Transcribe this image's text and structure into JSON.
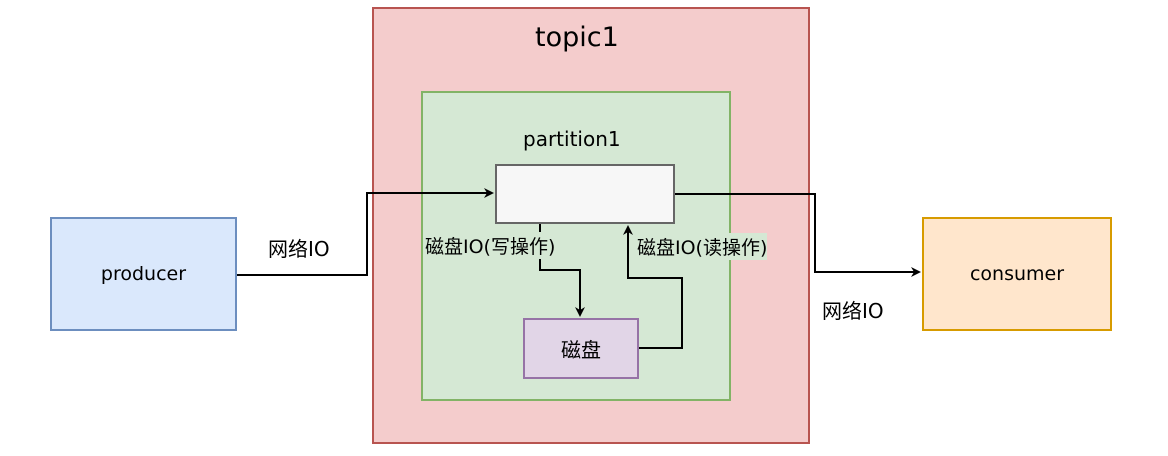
{
  "topic": {
    "title": "topic1"
  },
  "partition": {
    "title": "partition1"
  },
  "producer": {
    "label": "producer"
  },
  "consumer": {
    "label": "consumer"
  },
  "disk": {
    "label": "磁盘"
  },
  "edges": {
    "producer_to_partition": "网络IO",
    "partition_to_consumer": "网络IO",
    "partition_to_disk": "磁盘IO(写操作)",
    "disk_to_partition": "磁盘IO(读操作)"
  },
  "colors": {
    "topic_fill": "#f4cccc",
    "topic_stroke": "#b85450",
    "group_fill": "#d5e8d4",
    "group_stroke": "#82b366",
    "producer_fill": "#dae8fc",
    "producer_stroke": "#6c8ebf",
    "consumer_fill": "#ffe6cc",
    "consumer_stroke": "#d79b00",
    "disk_fill": "#e1d5e7",
    "disk_stroke": "#9673a6",
    "partition_fill": "#f7f7f7",
    "partition_stroke": "#666666"
  }
}
